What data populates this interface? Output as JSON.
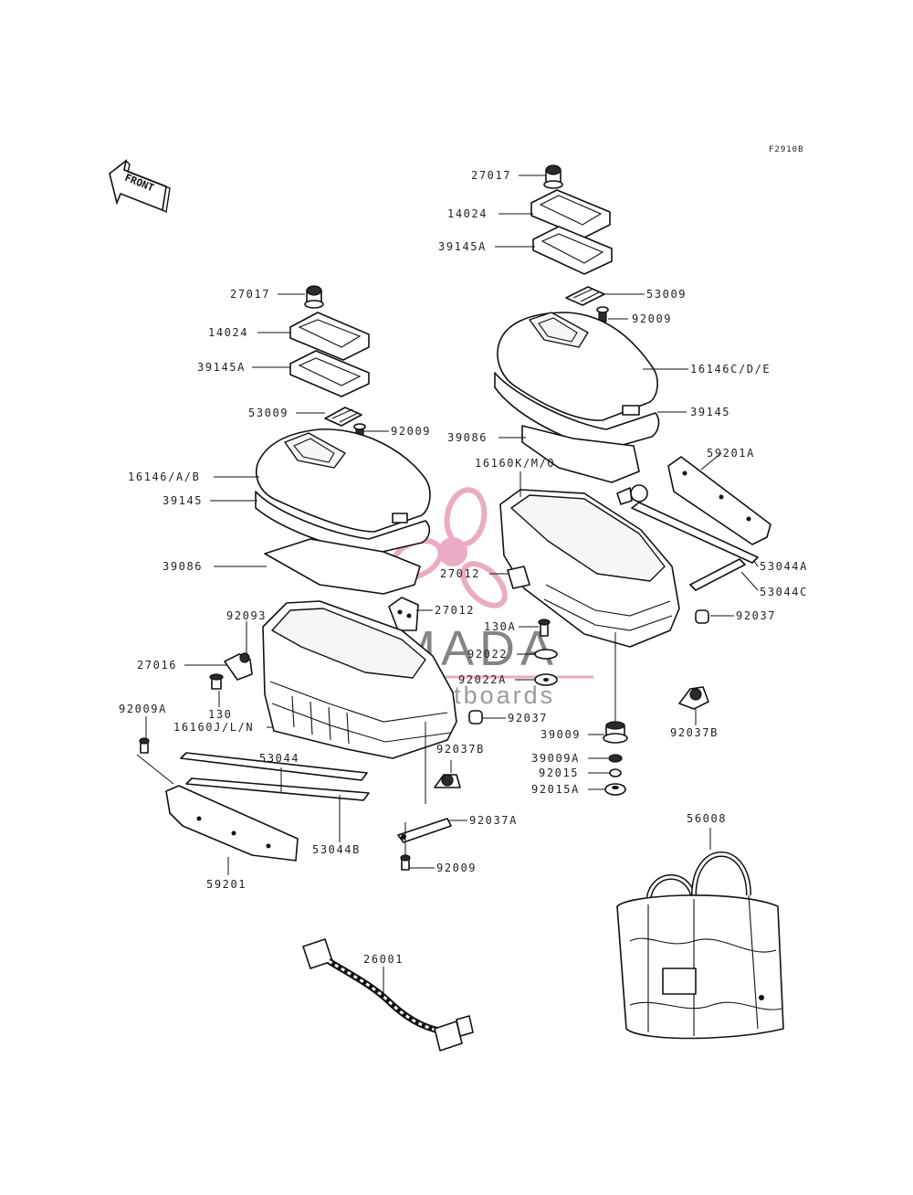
{
  "figure_code": "F2910B",
  "front_label": "FRONT",
  "watermark": {
    "brand": "ARMADA",
    "tagline": "marine outboards",
    "colors": {
      "propeller": "#e9a3bf",
      "text": "#6f6f6f"
    }
  },
  "callouts": {
    "c27017_top": "27017",
    "c14024_top": "14024",
    "c39145A_top": "39145A",
    "c53009_right": "53009",
    "c92009_right": "92009",
    "c16146CDE": "16146C/D/E",
    "c39145_right": "39145",
    "c39086_right": "39086",
    "c16160KMO": "16160K/M/O",
    "c59201A": "59201A",
    "c53044A": "53044A",
    "c53044C": "53044C",
    "c92037_right": "92037",
    "c27012_right": "27012",
    "c27017_left": "27017",
    "c14024_left": "14024",
    "c39145A_left": "39145A",
    "c53009_left": "53009",
    "c92009_left": "92009",
    "c16146AB": "16146/A/B",
    "c39145_left": "39145",
    "c39086_left": "39086",
    "c27012_left": "27012",
    "c92093": "92093",
    "c27016": "27016",
    "c130": "130",
    "c130A": "130A",
    "c92022": "92022",
    "c92022A": "92022A",
    "c92037_mid": "92037",
    "c92009A": "92009A",
    "c16160JLN": "16160J/L/N",
    "c53044": "53044",
    "c92037B_mid": "92037B",
    "c53044B": "53044B",
    "c92037A": "92037A",
    "c92009_bottom": "92009",
    "c59201": "59201",
    "c39009": "39009",
    "c39009A": "39009A",
    "c92015": "92015",
    "c92015A": "92015A",
    "c92037B_right": "92037B",
    "c56008": "56008",
    "c26001": "26001"
  }
}
